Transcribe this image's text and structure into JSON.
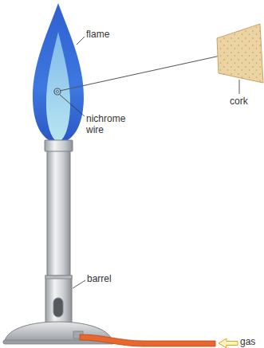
{
  "diagram": {
    "labels": [
      "flame",
      "nichrome wire",
      "cork",
      "barrel",
      "gas"
    ]
  }
}
